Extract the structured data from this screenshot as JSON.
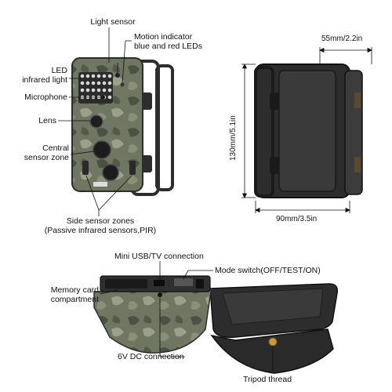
{
  "labels": {
    "light_sensor": "Light sensor",
    "motion_indicator_line1": "Motion indicator",
    "motion_indicator_line2": "blue and red LEDs",
    "led_line1": "LED",
    "led_line2": "infrared light",
    "microphone": "Microphone",
    "lens": "Lens",
    "central_line1": "Central",
    "central_line2": "sensor zone",
    "side_line1": "Side sensor zones",
    "side_line2": "(Passive infrared sensors,PIR)",
    "mini_usb": "Mini USB/TV connection",
    "mode_switch": "Mode switch(OFF/TEST/ON)",
    "memory_line1": "Memory card",
    "memory_line2": "compartment",
    "dc_connection": "6V DC connection",
    "tripod_thread": "Tripod thread"
  },
  "dimensions": {
    "depth": "55mm/2.2in",
    "height": "130mm/5.1in",
    "width": "90mm/3.5in"
  },
  "colors": {
    "camo_base": "#6f7763",
    "camo_dark": "#4a5243",
    "camo_light": "#9aa08c",
    "housing": "#2d2d2d",
    "outline": "#111111",
    "brass": "#c89a3a"
  }
}
